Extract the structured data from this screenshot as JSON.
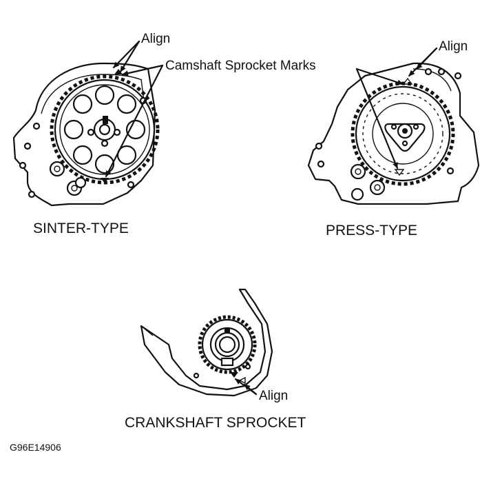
{
  "diagram": {
    "callouts": {
      "align_sinter": "Align",
      "camshaft_marks": "Camshaft Sprocket Marks",
      "align_press": "Align",
      "align_crank": "Align"
    },
    "captions": {
      "sinter": "SINTER-TYPE",
      "press": "PRESS-TYPE",
      "crank": "CRANKSHAFT SPROCKET"
    },
    "figure_code": "G96E14906"
  }
}
